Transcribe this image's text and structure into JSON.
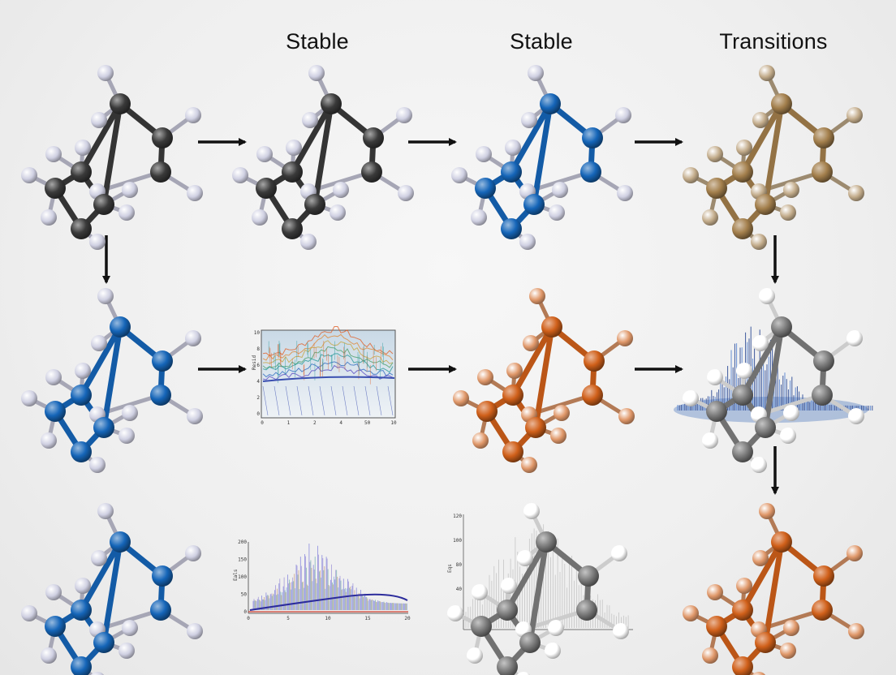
{
  "headers": {
    "col2": "Stable",
    "col3": "Stable",
    "col4": "Transitions"
  },
  "colors": {
    "dark_gray": "#3a3a3a",
    "blue": "#1565b8",
    "tan": "#a37f4c",
    "orange": "#d0601a",
    "light_gray": "#7d7d7d",
    "arrow": "#111111"
  },
  "molecules": [
    {
      "id": "r1c1",
      "color": "dark_gray"
    },
    {
      "id": "r1c2",
      "color": "dark_gray"
    },
    {
      "id": "r1c3",
      "color": "blue"
    },
    {
      "id": "r1c4",
      "color": "tan"
    },
    {
      "id": "r2c1",
      "color": "blue"
    },
    {
      "id": "r2c3",
      "color": "orange"
    },
    {
      "id": "r2c4",
      "color": "light_gray"
    },
    {
      "id": "r3c1",
      "color": "blue"
    },
    {
      "id": "r3c3",
      "color": "light_gray"
    },
    {
      "id": "r3c4",
      "color": "orange"
    }
  ],
  "plots": {
    "mid": {
      "y_ticks": [
        "10",
        "8",
        "6",
        "4",
        "2",
        "0"
      ],
      "x_ticks": [
        "0",
        "1",
        "2",
        "4",
        "50",
        "10"
      ]
    },
    "bottom_left": {
      "y_ticks": [
        "200",
        "150",
        "100",
        "50",
        "0"
      ],
      "x_ticks": [
        "0",
        "5",
        "10",
        "15",
        "20"
      ]
    },
    "bottom_right": {
      "y_ticks": [
        "120",
        "100",
        "80",
        "40"
      ]
    }
  }
}
